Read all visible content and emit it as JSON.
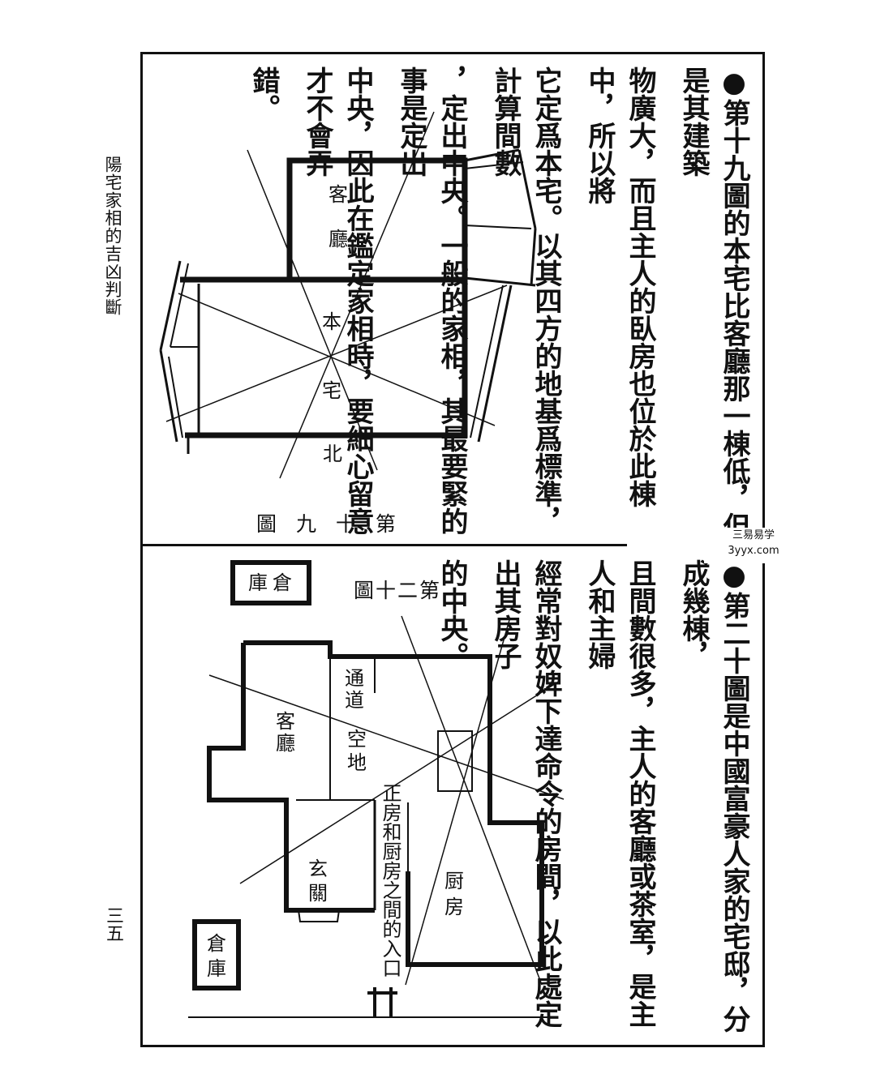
{
  "running_head": "陽宅家相的吉凶判斷",
  "page_number": "三五",
  "watermark": {
    "line1": "三易易学",
    "line2": "3yyx.com"
  },
  "paragraph_top": [
    "●第十九圖的本宅比客廳那一棟低，但是其建築",
    "物廣大，而且主人的臥房也位於此棟中，所以將",
    "它定爲本宅。以其四方的地基爲標準，計算間數",
    "，定出中央。一般的家相，其最要緊的事是定出",
    "中央，因此在鑑定家相時，要細心留意才不會弄",
    "錯。"
  ],
  "paragraph_bottom": [
    "●第二十圖是中國富豪人家的宅邸，分成幾棟，",
    "且間數很多，主人的客廳或茶室，是主人和主婦",
    "經常對奴婢下達命令的房間，以此處定出其房子",
    "的中央。"
  ],
  "figure19": {
    "caption": "圖 九 十 第",
    "living_room": [
      "客",
      "廳"
    ],
    "main_house": [
      "本",
      "宅"
    ],
    "north": "北"
  },
  "figure20": {
    "caption": "圖十二第",
    "warehouse_top": "庫倉",
    "warehouse_bottom": [
      "倉",
      "庫"
    ],
    "living_room": [
      "客",
      "廳"
    ],
    "passage": [
      "通",
      "道"
    ],
    "open_space": [
      "空",
      "地"
    ],
    "entry_label": "正房和厨房之間的入口",
    "vestibule": [
      "玄",
      "關"
    ],
    "kitchen": [
      "厨",
      "房"
    ]
  }
}
